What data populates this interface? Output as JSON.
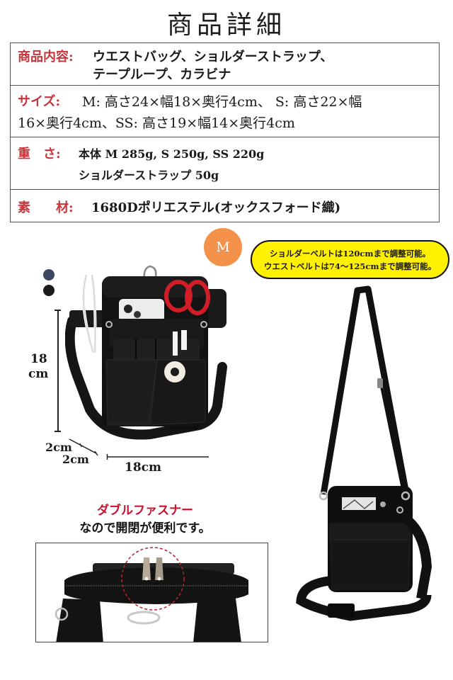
{
  "page_title": "商品詳細",
  "specs": {
    "contents": {
      "label": "商品内容:",
      "line1": "ウエストバッグ、ショルダーストラップ、",
      "line2": "テープループ、カラビナ"
    },
    "size": {
      "label": "サイズ:",
      "line1": "M: 高さ24×幅18×奥行4cm、 S: 高さ22×幅",
      "line2": "16×奥行4cm、SS:  高さ19×幅14×奥行4cm"
    },
    "weight": {
      "label": "重　さ:",
      "line1": "本体 M 285g, S 250g, SS 220g",
      "line2": "ショルダーストラップ 50g"
    },
    "material": {
      "label": "素　　材:",
      "line1": "1680Dポリエステル(オックスフォード織)"
    }
  },
  "size_badge": "M",
  "adjust_note": {
    "line1": "ショルダーベルトは120cmまで調整可能。",
    "line2": "ウエストベルトは74〜125cmまで調整可能。"
  },
  "color_options": [
    {
      "name": "navy",
      "hex": "#3c4661"
    },
    {
      "name": "black",
      "hex": "#1b1b1b"
    }
  ],
  "dimensions": {
    "height_value": "18",
    "height_unit": "cm",
    "depth_a": "2cm",
    "depth_b": "2cm",
    "width": "18cm"
  },
  "zipper_feature": {
    "headline": "ダブルファスナー",
    "subline": "なので開閉が便利です。"
  },
  "colors": {
    "label_red": "#c9333a",
    "badge_orange": "#f4914a",
    "note_yellow": "#fff100",
    "headline_red": "#c8102e"
  }
}
